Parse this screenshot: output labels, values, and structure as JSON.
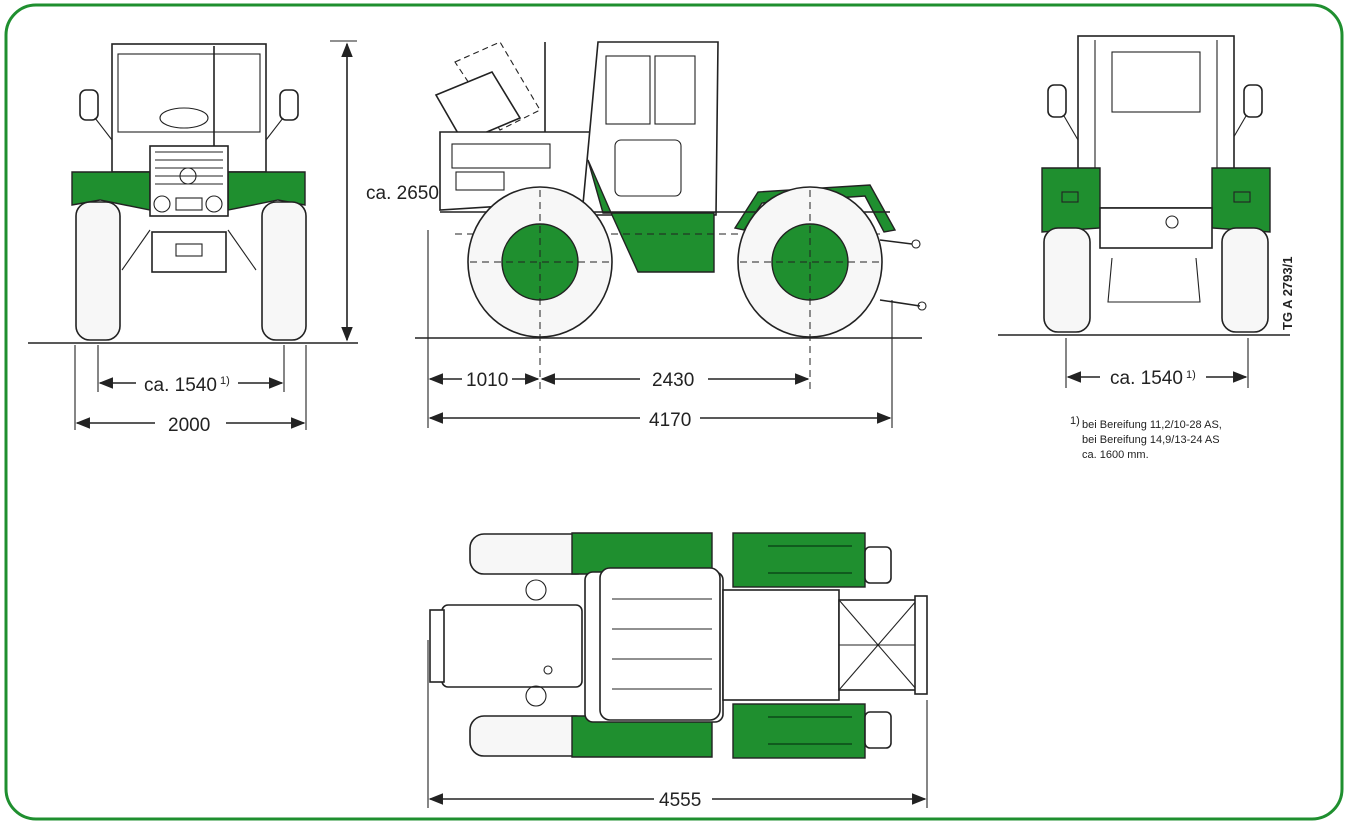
{
  "colors": {
    "frame": "#1f8f2f",
    "accent": "#1f8f2f",
    "line": "#222222"
  },
  "front_view": {
    "height": "ca. 2650",
    "track": "ca. 1540",
    "track_note": "1)",
    "width": "2000"
  },
  "side_view": {
    "front_overhang": "1010",
    "wheelbase": "2430",
    "length": "4170"
  },
  "rear_view": {
    "track": "ca. 1540",
    "track_note": "1)",
    "drawing_code": "TG A 2793/1",
    "footnote_mark": "1)",
    "footnote_lines": [
      "bei Bereifung 11,2/10-28 AS,",
      "bei Bereifung 14,9/13-24 AS",
      "ca. 1600 mm."
    ]
  },
  "top_view": {
    "length": "4555"
  }
}
